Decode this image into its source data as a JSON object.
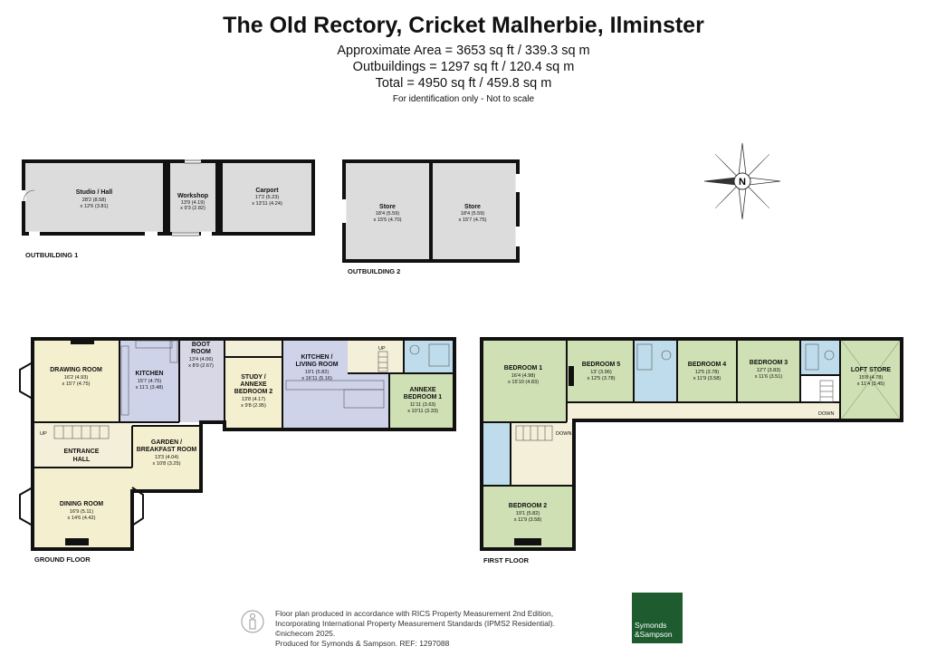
{
  "title": "The Old Rectory, Cricket Malherbie, Ilminster",
  "areas": {
    "approx": "Approximate Area = 3653 sq ft / 339.3 sq m",
    "outbuildings": "Outbuildings = 1297 sq ft / 120.4 sq m",
    "total": "Total = 4950 sq ft / 459.8 sq m"
  },
  "note": "For identification only - Not to scale",
  "compass_letter": "N",
  "colors": {
    "outbuilding_fill": "#dcdcdc",
    "bedroom_fill": "#cfe0b4",
    "living_fill": "#cfd3ea",
    "boot_fill": "#d7d7e6",
    "utility_fill": "#d6e8d6",
    "main_fill": "#f4efcf",
    "bath_fill": "#bfdcec",
    "landing_fill": "#f3efd8",
    "wall": "#111111",
    "brand": "#1e5b2f"
  },
  "outbuilding1": {
    "label": "OUTBUILDING 1",
    "studio": {
      "name": "Studio / Hall",
      "d1": "28'2 (8.58)",
      "d2": "x 12'6 (3.81)"
    },
    "workshop": {
      "name": "Workshop",
      "d1": "13'9 (4.19)",
      "d2": "x 9'3 (2.82)"
    },
    "carport": {
      "name": "Carport",
      "d1": "17'2 (5.23)",
      "d2": "x 13'11 (4.24)"
    }
  },
  "outbuilding2": {
    "label": "OUTBUILDING 2",
    "store1": {
      "name": "Store",
      "d1": "18'4 (5.59)",
      "d2": "x 15'5 (4.70)"
    },
    "store2": {
      "name": "Store",
      "d1": "18'4 (5.59)",
      "d2": "x 15'7 (4.75)"
    }
  },
  "ground_floor": {
    "label": "GROUND FLOOR",
    "drawing": {
      "name": "DRAWING ROOM",
      "d1": "16'2 (4.93)",
      "d2": "x 15'7 (4.75)"
    },
    "kitchen": {
      "name": "KITCHEN",
      "d1": "15'7 (4.75)",
      "d2": "x 11'1 (3.48)"
    },
    "boot": {
      "name1": "BOOT",
      "name2": "ROOM",
      "d1": "13'4 (4.06)",
      "d2": "x 8'9 (2.67)"
    },
    "study": {
      "name1": "STUDY /",
      "name2": "ANNEXE",
      "name3": "BEDROOM 2",
      "d1": "13'8 (4.17)",
      "d2": "x 9'8 (2.95)"
    },
    "kitchen_living": {
      "name1": "KITCHEN /",
      "name2": "LIVING ROOM",
      "d1": "19'1 (5.82)",
      "d2": "x 16'11 (5.16)"
    },
    "annexe_bed1": {
      "name1": "ANNEXE",
      "name2": "BEDROOM 1",
      "d1": "11'11 (3.63)",
      "d2": "x 10'11 (3.33)"
    },
    "entrance": {
      "name1": "ENTRANCE",
      "name2": "HALL"
    },
    "garden": {
      "name1": "GARDEN /",
      "name2": "BREAKFAST ROOM",
      "d1": "13'3 (4.04)",
      "d2": "x 10'8 (3.25)"
    },
    "dining": {
      "name": "DINING ROOM",
      "d1": "16'9 (5.11)",
      "d2": "x 14'6 (4.42)"
    },
    "up1": "UP",
    "up2": "UP"
  },
  "first_floor": {
    "label": "FIRST FLOOR",
    "bed1": {
      "name": "BEDROOM 1",
      "d1": "16'4 (4.98)",
      "d2": "x 15'10 (4.83)"
    },
    "bed5": {
      "name": "BEDROOM 5",
      "d1": "13' (3.96)",
      "d2": "x 12'5 (3.78)"
    },
    "bed4": {
      "name": "BEDROOM 4",
      "d1": "12'5 (3.78)",
      "d2": "x 11'9 (3.58)"
    },
    "bed3": {
      "name": "BEDROOM 3",
      "d1": "12'7 (3.83)",
      "d2": "x 11'6 (3.51)"
    },
    "loft": {
      "name": "LOFT STORE",
      "d1": "15'8 (4.78)",
      "d2": "x 11'4 (3.45)"
    },
    "bed2": {
      "name": "BEDROOM 2",
      "d1": "19'1 (5.82)",
      "d2": "x 11'9 (3.58)"
    },
    "down1": "DOWN",
    "down2": "DOWN"
  },
  "footer": {
    "line1": "Floor plan produced in accordance with RICS Property Measurement 2nd Edition,",
    "line2": "Incorporating International Property Measurement Standards (IPMS2 Residential).  ©nichecom 2025.",
    "line3": "Produced for Symonds & Sampson.    REF:  1297088",
    "brand1": "Symonds",
    "brand2": "&Sampson"
  }
}
